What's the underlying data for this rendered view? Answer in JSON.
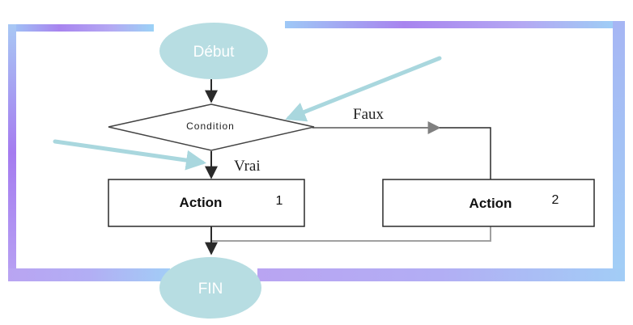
{
  "flowchart": {
    "start_label": "Début",
    "end_label": "FIN",
    "decision_label": "Condition",
    "true_branch_label": "Vrai",
    "false_branch_label": "Faux",
    "action_1": {
      "label": "Action",
      "number": "1"
    },
    "action_2": {
      "label": "Action",
      "number": "2"
    }
  },
  "colors": {
    "terminal_fill": "#b7dde2",
    "pointer_arrow": "#a9d7de",
    "frame_gradient": [
      "#93c4f5",
      "#a77cf0",
      "#b9a6f4",
      "#9fd0f7"
    ],
    "stroke": "#2a2a2a",
    "branch_line": "#808080"
  }
}
